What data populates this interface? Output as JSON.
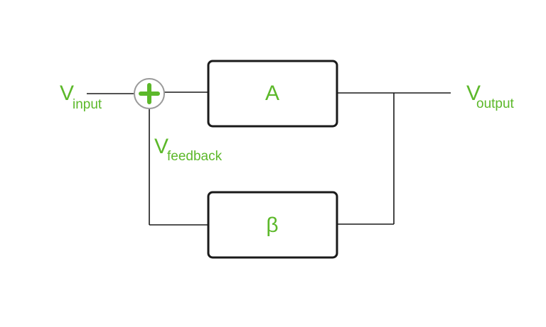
{
  "diagram": {
    "input_label": {
      "main": "V",
      "sub": "input"
    },
    "output_label": {
      "main": "V",
      "sub": "output"
    },
    "feedback_label": {
      "main": "V",
      "sub": "feedback"
    },
    "summing_junction": {
      "symbol": "+"
    },
    "forward_block": {
      "label": "A"
    },
    "feedback_block": {
      "label": "β"
    },
    "colors": {
      "accent": "#5cb82a",
      "line": "#1a1a1a",
      "junction_ring": "#9a9a9a"
    }
  }
}
